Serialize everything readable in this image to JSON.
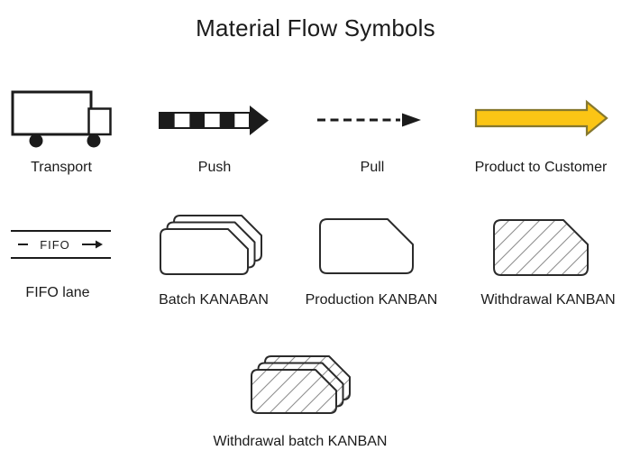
{
  "title": "Material Flow Symbols",
  "colors": {
    "ink": "#1b1b1b",
    "card_stroke": "#2b2b2b",
    "hatch": "#8f8f8f",
    "arrow_yellow_fill": "#FBC515",
    "arrow_yellow_stroke": "#86782E"
  },
  "symbols": {
    "transport": {
      "label": "Transport"
    },
    "push": {
      "label": "Push"
    },
    "pull": {
      "label": "Pull"
    },
    "product_to_customer": {
      "label": "Product to Customer"
    },
    "fifo_lane": {
      "label": "FIFO lane",
      "lane_text": "FIFO"
    },
    "batch_kanaban": {
      "label": "Batch KANABAN"
    },
    "production_kanban": {
      "label": "Production KANBAN"
    },
    "withdrawal_kanban": {
      "label": "Withdrawal KANBAN"
    },
    "withdrawal_batch_kanban": {
      "label": "Withdrawal batch KANBAN"
    }
  }
}
